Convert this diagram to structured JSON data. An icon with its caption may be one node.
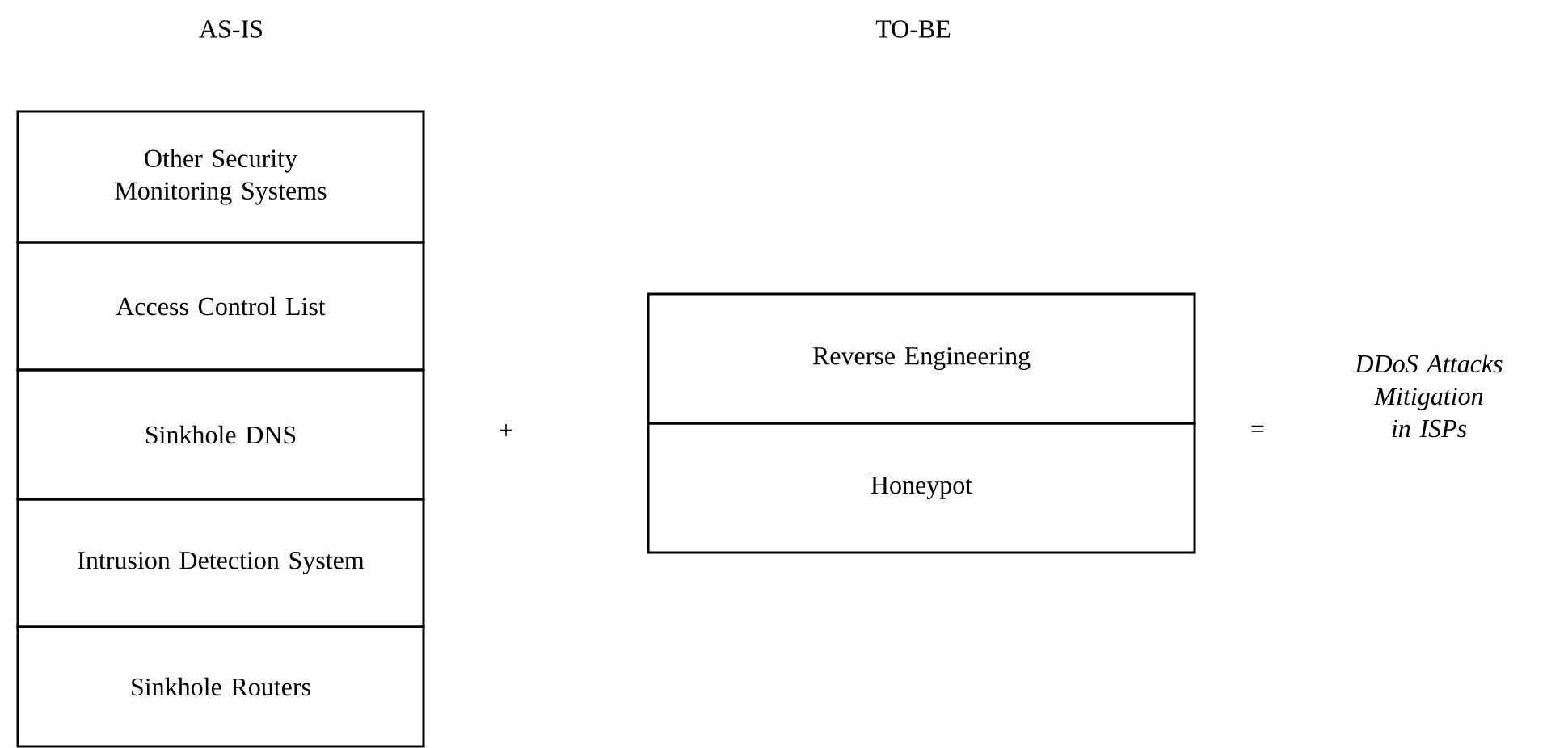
{
  "diagram": {
    "nodes": [
      {
        "text": [
          "Other Security Monitoring Systems"
        ]
      },
      {
        "text": [
          "Access Control List"
        ]
      },
      {
        "text": [
          "Sinkhole DNS"
        ]
      },
      {
        "text": [
          "Intrusion Detection System"
        ]
      },
      {
        "text": [
          "Sinkhole Routers"
        ]
      },
      {
        "text": [
          "Reverse Engineering"
        ]
      },
      {
        "text": [
          "Honeypot"
        ]
      }
    ],
    "labels": [
      "AS-IS",
      "TO-BE",
      "+",
      "=",
      "DDoS Attacks Mitigation in ISPs"
    ]
  }
}
